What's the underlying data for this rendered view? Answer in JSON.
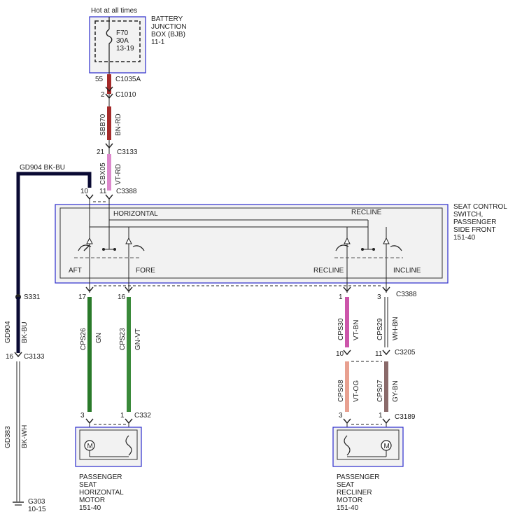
{
  "top": {
    "label": "Hot at all times"
  },
  "bjb": {
    "name_lines": [
      "BATTERY",
      "JUNCTION",
      "BOX (BJB)"
    ],
    "ref": "11-1"
  },
  "fuse": {
    "id": "F70",
    "rating": "30A",
    "ref": "13-19"
  },
  "connectors": {
    "c1035a": {
      "pin": "55",
      "name": "C1035A"
    },
    "c1010": {
      "pin": "2",
      "name": "C1010"
    },
    "c3133a": {
      "pin": "21",
      "name": "C3133"
    },
    "c3388a": {
      "pin_left": "10",
      "pin_right": "11",
      "name": "C3388"
    },
    "c3388b": {
      "pins": [
        "17",
        "16",
        "1",
        "3"
      ],
      "name": "C3388"
    },
    "c3205": {
      "pin_left": "10",
      "pin_right": "11",
      "name": "C3205"
    },
    "c3133b": {
      "pin": "16",
      "name": "C3133"
    },
    "c332": {
      "pin_left": "3",
      "pin_right": "1",
      "name": "C332"
    },
    "c3189": {
      "pin_left": "3",
      "pin_right": "1",
      "name": "C3189"
    }
  },
  "wires": {
    "sbb70": {
      "circuit": "SBB70",
      "color": "BN-RD",
      "hex": "#a52a2a"
    },
    "cbx05": {
      "circuit": "CBX05",
      "color": "VT-RD",
      "hex": "#dd88cc"
    },
    "gd904_top": {
      "label": "GD904  BK-BU",
      "hex": "#0a0a33"
    },
    "gd904": {
      "circuit": "GD904",
      "color": "BK-BU",
      "hex": "#0a0a33"
    },
    "gd383": {
      "circuit": "GD383",
      "color": "BK-WH"
    },
    "cps26": {
      "circuit": "CPS26",
      "color": "GN",
      "hex": "#2a7a2a"
    },
    "cps23": {
      "circuit": "CPS23",
      "color": "GN-VT",
      "hex": "#3a8a3a"
    },
    "cps30": {
      "circuit": "CPS30",
      "color": "VT-BN",
      "hex": "#cc55aa"
    },
    "cps29": {
      "circuit": "CPS29",
      "color": "WH-BN"
    },
    "cps08": {
      "circuit": "CPS08",
      "color": "VT-OG",
      "hex": "#e8a090"
    },
    "cps07": {
      "circuit": "CPS07",
      "color": "GY-BN",
      "hex": "#8a6a6a"
    }
  },
  "splice": {
    "name": "S331"
  },
  "ground": {
    "name": "G303",
    "ref": "10-15"
  },
  "switch": {
    "name_lines": [
      "SEAT CONTROL",
      "SWITCH,",
      "PASSENGER",
      "SIDE FRONT"
    ],
    "ref": "151-40",
    "horizontal": "HORIZONTAL",
    "recline_top": "RECLINE",
    "aft": "AFT",
    "fore": "FORE",
    "recline": "RECLINE",
    "incline": "INCLINE"
  },
  "motor_h": {
    "name_lines": [
      "PASSENGER",
      "SEAT",
      "HORIZONTAL",
      "MOTOR"
    ],
    "ref": "151-40",
    "symbol": "M"
  },
  "motor_r": {
    "name_lines": [
      "PASSENGER",
      "SEAT",
      "RECLINER",
      "MOTOR"
    ],
    "ref": "151-40",
    "symbol": "M"
  },
  "colors": {
    "box_border": "#2b2bcc",
    "box_fill": "#f2f2f2"
  }
}
